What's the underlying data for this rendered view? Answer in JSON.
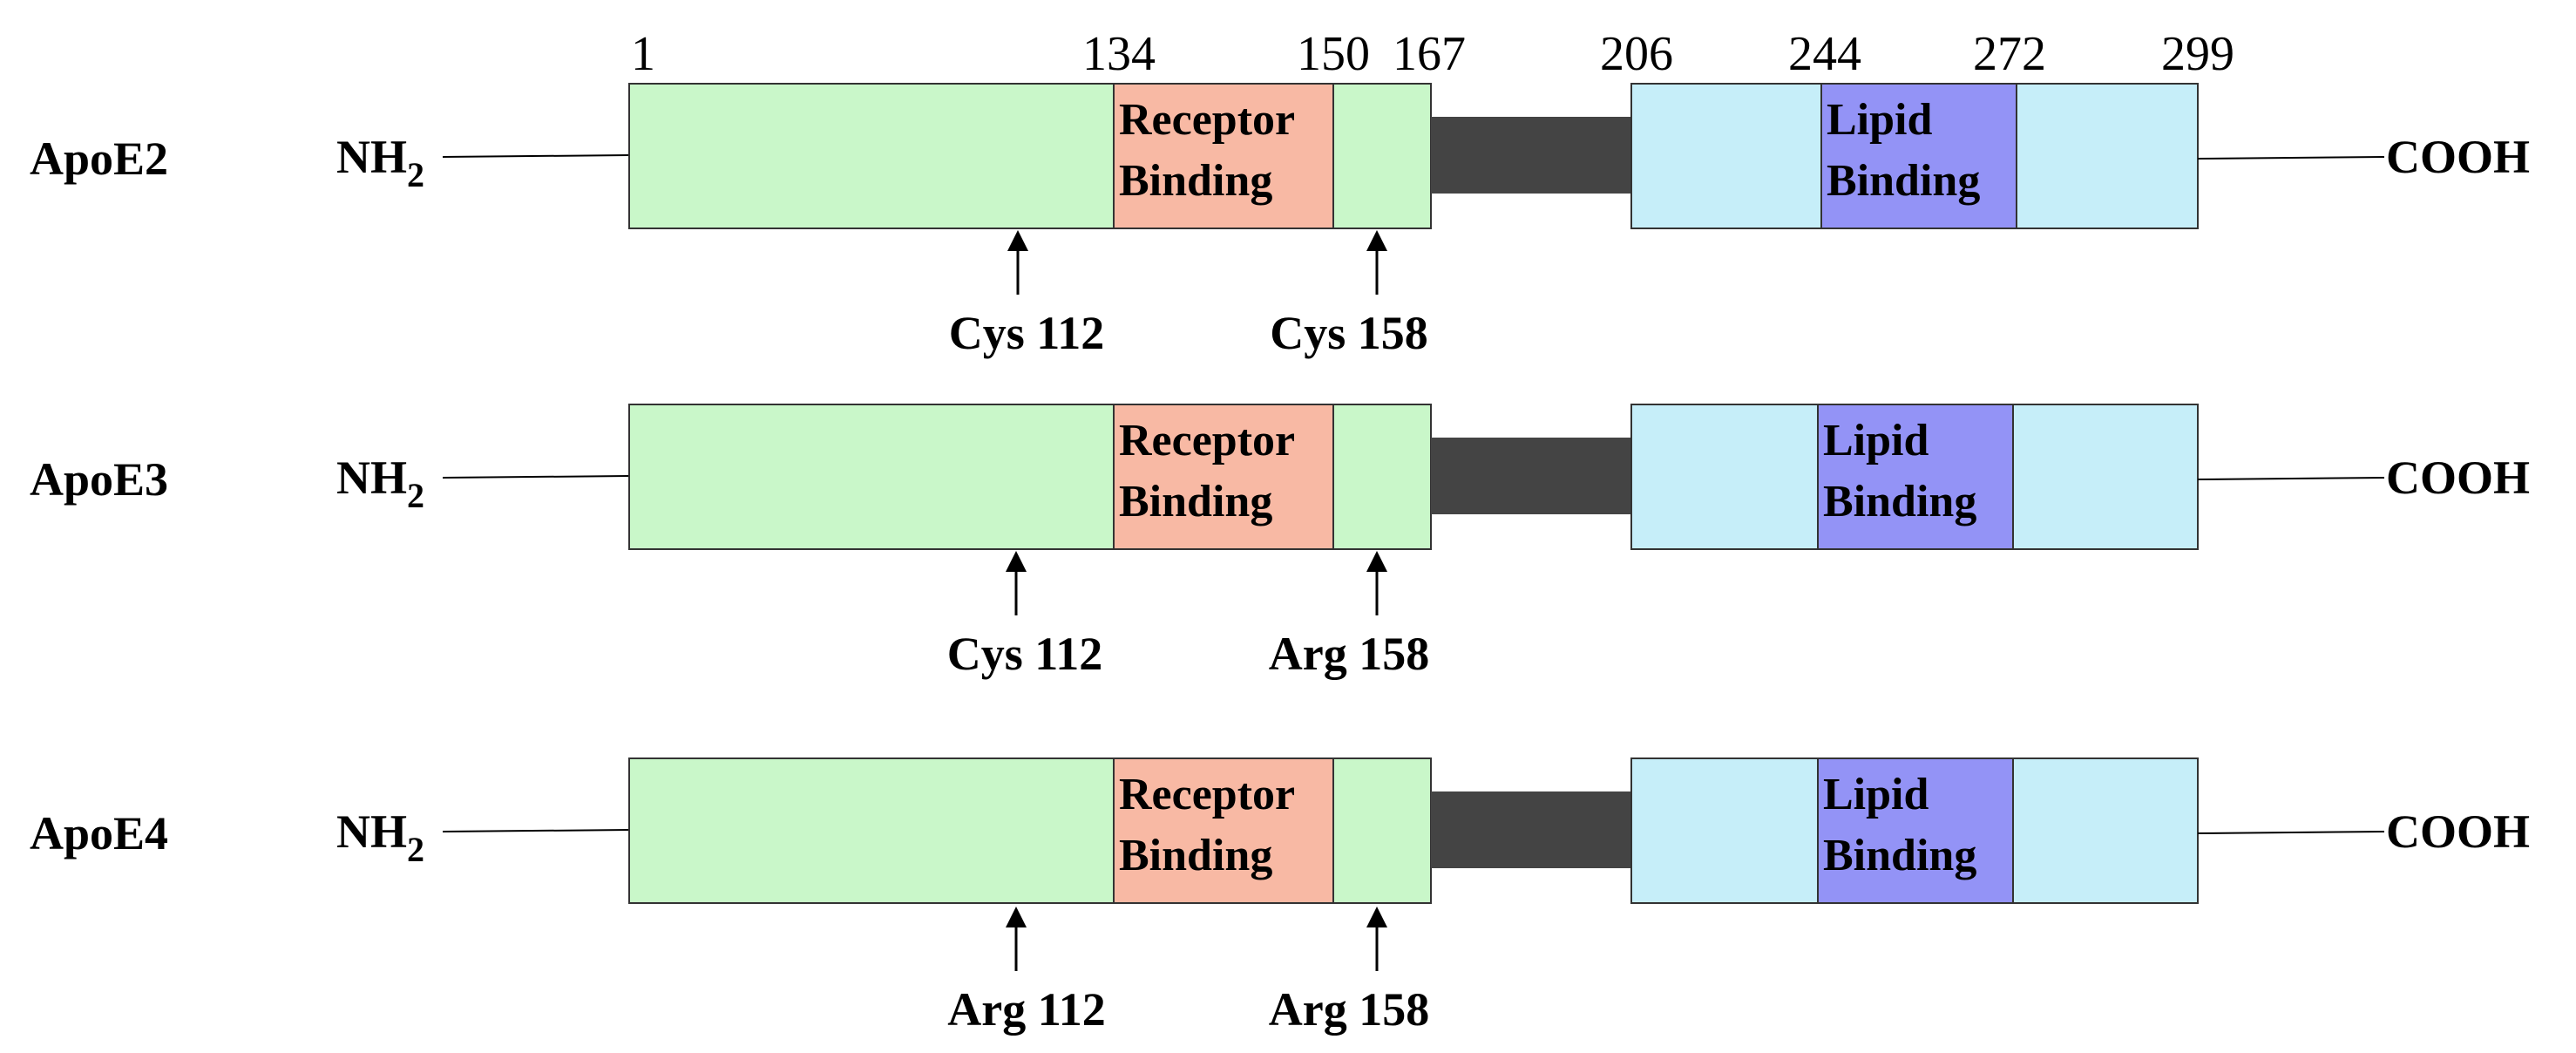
{
  "positions": [
    "1",
    "134",
    "150",
    "167",
    "206",
    "244",
    "272",
    "299"
  ],
  "terminals": {
    "n_main": "NH",
    "n_sub": "2",
    "c": "COOH"
  },
  "domains": {
    "receptor": {
      "line1": "Receptor",
      "line2": "Binding"
    },
    "lipid": {
      "line1": "Lipid",
      "line2": "Binding"
    }
  },
  "colors": {
    "n_terminal_domain": "#c9f7c9",
    "receptor_binding": "#f8b9a4",
    "hinge": "#444444",
    "c_terminal_domain": "#c6eef9",
    "lipid_binding": "#9393f6"
  },
  "isoforms": [
    {
      "name": "ApoE2",
      "site112": "Cys 112",
      "site158": "Cys 158"
    },
    {
      "name": "ApoE3",
      "site112": "Cys 112",
      "site158": "Arg 158"
    },
    {
      "name": "ApoE4",
      "site112": "Arg 112",
      "site158": "Arg 158"
    }
  ]
}
